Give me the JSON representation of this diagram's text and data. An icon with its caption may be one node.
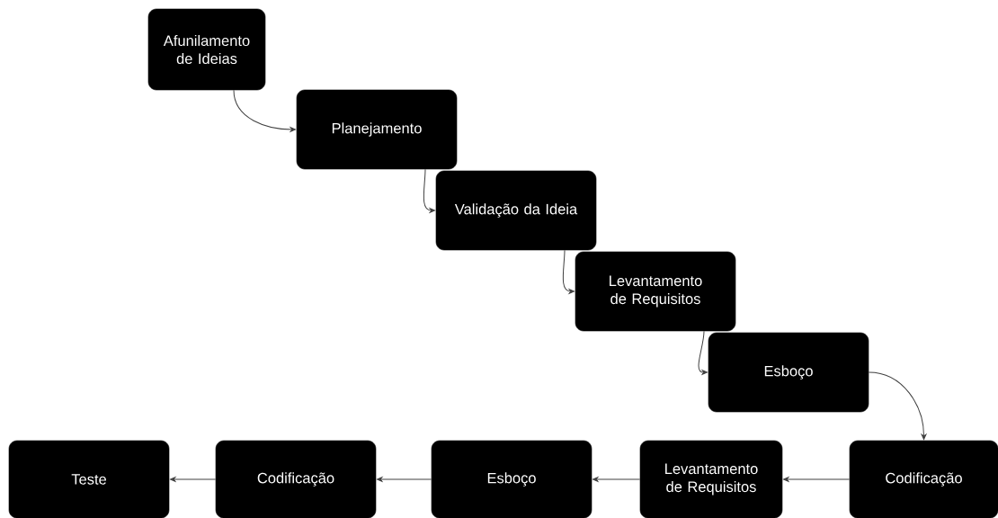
{
  "diagram": {
    "nodes": [
      {
        "text": [
          "Afunilamento de Ideias"
        ]
      },
      {
        "text": [
          "Planejamento"
        ]
      },
      {
        "text": [
          "Validação da Ideia"
        ]
      },
      {
        "text": [
          "Levantamento de Requisitos"
        ]
      },
      {
        "text": [
          "Esboço"
        ]
      },
      {
        "text": [
          "Codificação"
        ]
      },
      {
        "text": [
          "Levantamento de Requisitos"
        ]
      },
      {
        "text": [
          "Esboço"
        ]
      },
      {
        "text": [
          "Codificação"
        ]
      },
      {
        "text": [
          "Teste"
        ]
      }
    ],
    "edges": [
      {
        "from": 0,
        "to": 1,
        "arrow": "to"
      },
      {
        "from": 1,
        "to": 2,
        "arrow": "to"
      },
      {
        "from": 2,
        "to": 3,
        "arrow": "to"
      },
      {
        "from": 3,
        "to": 4,
        "arrow": "to"
      },
      {
        "from": 4,
        "to": 5,
        "arrow": "to"
      },
      {
        "from": 5,
        "to": 6,
        "arrow": "to"
      },
      {
        "from": 6,
        "to": 7,
        "arrow": "to"
      },
      {
        "from": 7,
        "to": 8,
        "arrow": "to"
      },
      {
        "from": 8,
        "to": 9,
        "arrow": "to"
      }
    ]
  }
}
